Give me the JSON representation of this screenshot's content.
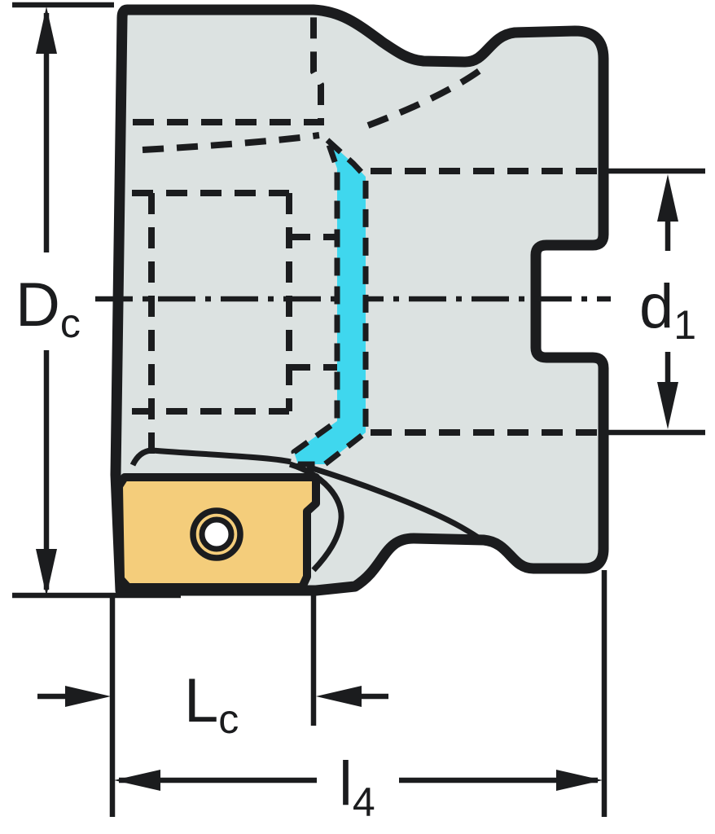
{
  "drawing": {
    "kind": "technical-dimension-drawing",
    "labels": {
      "dc": {
        "main": "D",
        "sub": "c"
      },
      "d1": {
        "main": "d",
        "sub": "1"
      },
      "lc": {
        "main": "L",
        "sub": "c"
      },
      "l4": {
        "main": "l",
        "sub": "4"
      }
    },
    "colors": {
      "line": "#1b1c1e",
      "body_fill": "#dce2e1",
      "highlight": "#3fd7ee",
      "insert_fill": "#f4cd7b",
      "label_bg": "#ffffff",
      "background": "#ffffff"
    }
  }
}
